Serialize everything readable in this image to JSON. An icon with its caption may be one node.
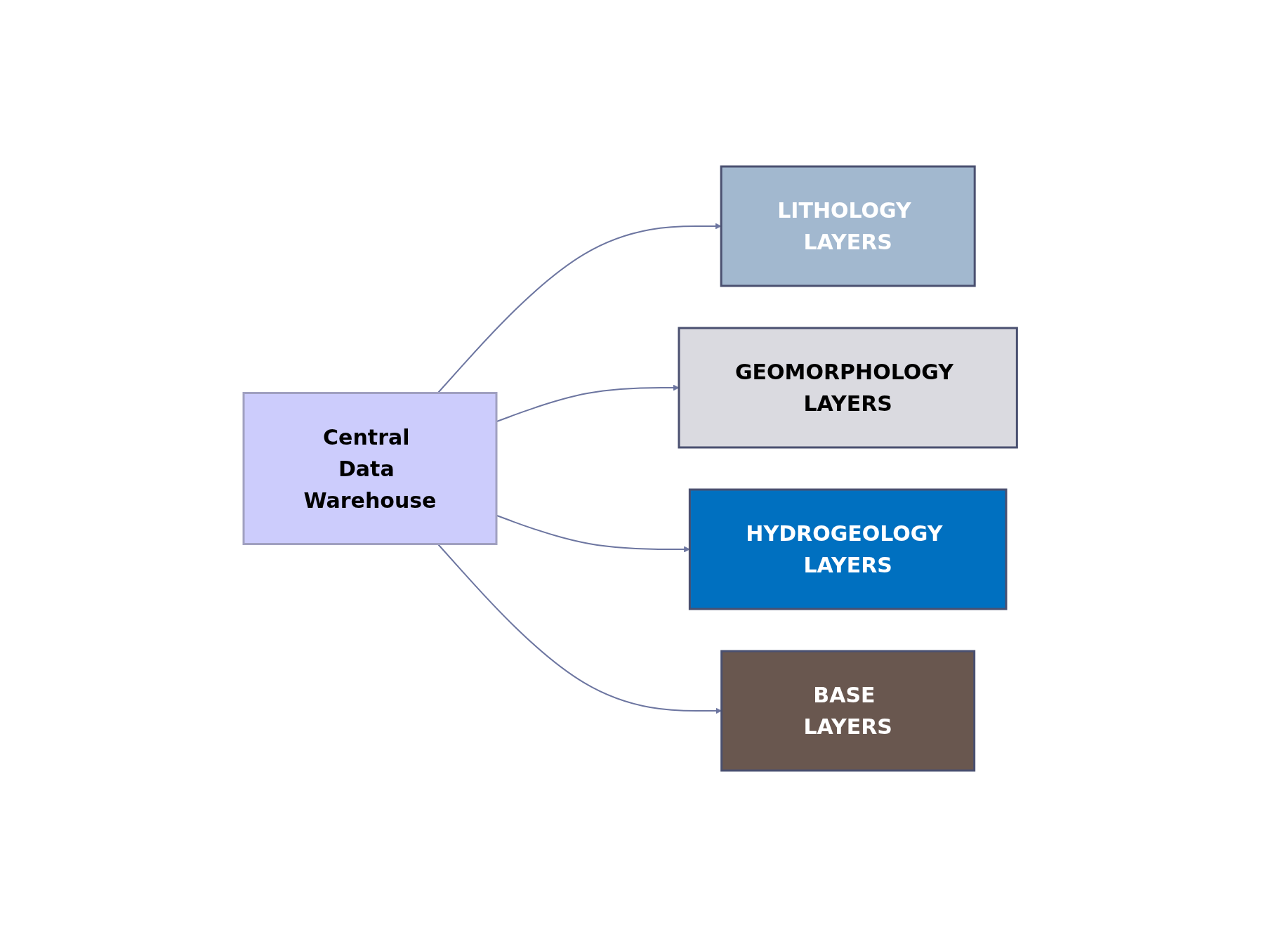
{
  "diagram": {
    "nodes": [
      {
        "text": [
          "Central Data Warehouse"
        ]
      },
      {
        "text": [
          "LITHOLOGY LAYERS"
        ]
      },
      {
        "text": [
          "GEOMORPHOLOGY LAYERS"
        ]
      },
      {
        "text": [
          "HYDROGEOLOGY LAYERS"
        ]
      },
      {
        "text": [
          "BASE LAYERS"
        ]
      }
    ],
    "edges": [
      {
        "from": 0,
        "to": 1,
        "arrow": "to"
      },
      {
        "from": 0,
        "to": 2,
        "arrow": "to"
      },
      {
        "from": 0,
        "to": 3,
        "arrow": "to"
      },
      {
        "from": 0,
        "to": 4,
        "arrow": "to"
      }
    ]
  }
}
